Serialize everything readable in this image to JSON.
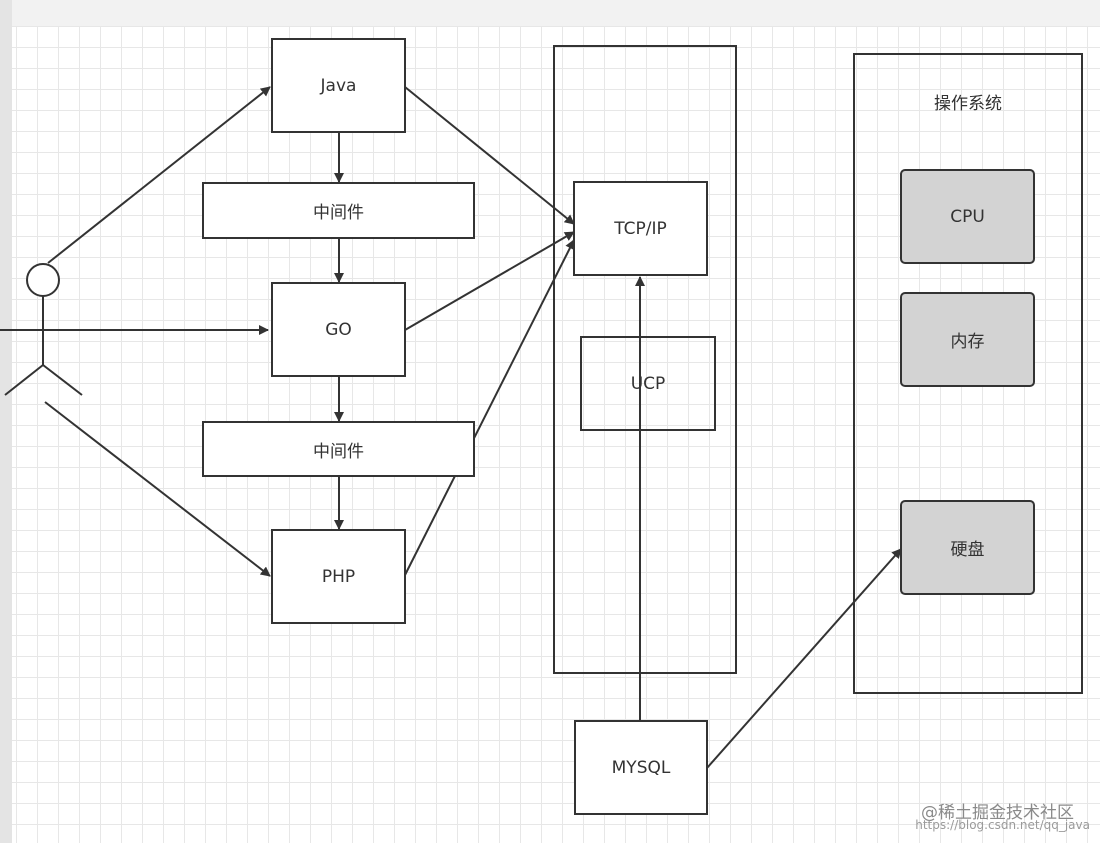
{
  "nodes": {
    "java": "Java",
    "middleware_1": "中间件",
    "go": "GO",
    "middleware_2": "中间件",
    "php": "PHP",
    "tcpip": "TCP/IP",
    "ucp": "UCP",
    "mysql": "MYSQL",
    "os": "操作系统",
    "cpu": "CPU",
    "memory": "内存",
    "disk": "硬盘"
  },
  "watermark": {
    "brand": "@稀土掘金技术社区",
    "url": "https://blog.csdn.net/qq_java"
  },
  "colors": {
    "stroke": "#333333",
    "gray_fill": "#d3d3d3",
    "grid": "#e7e7e7"
  }
}
